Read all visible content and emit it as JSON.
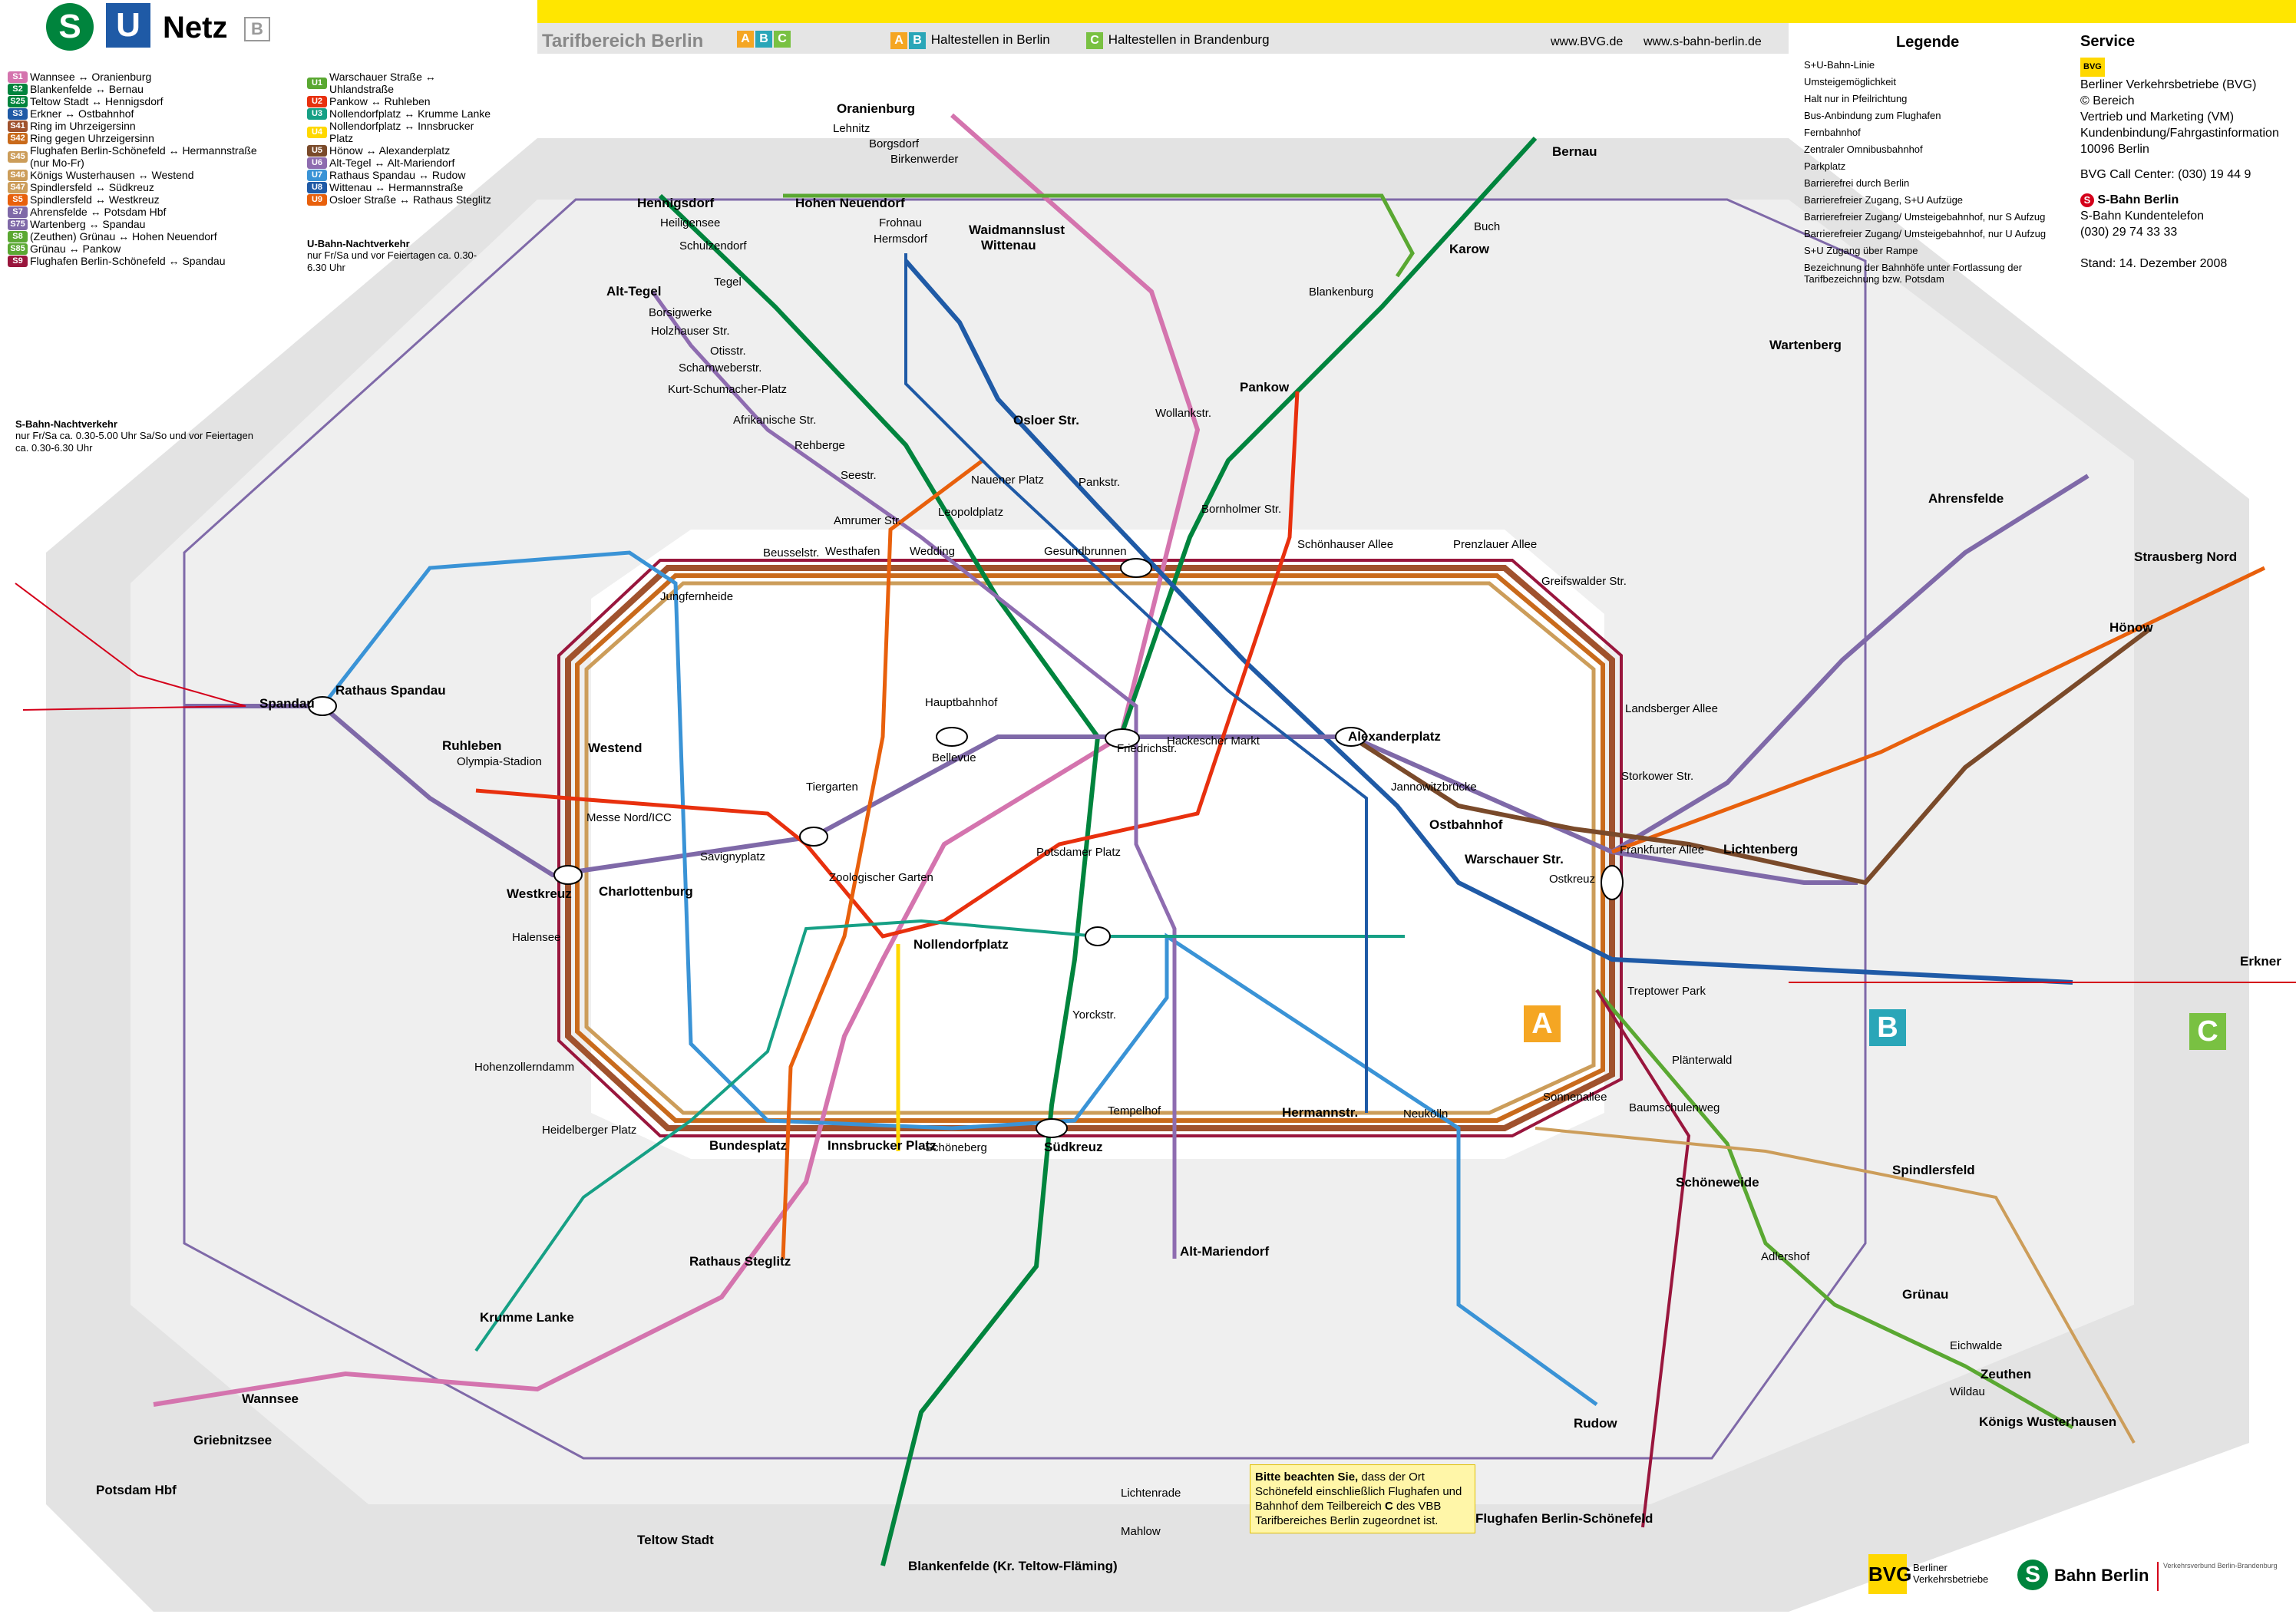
{
  "header": {
    "logo_s": "S",
    "logo_u": "U",
    "title": "Netz",
    "zone_badge": "B",
    "tarif": "Tarifbereich Berlin",
    "zones": [
      {
        "label": "A",
        "color": "#f5a623"
      },
      {
        "label": "B",
        "color": "#2aa6b8"
      },
      {
        "label": "C",
        "color": "#79c142"
      }
    ],
    "zones_ab": [
      {
        "label": "A",
        "color": "#f5a623"
      },
      {
        "label": "B",
        "color": "#2aa6b8"
      }
    ],
    "haltestellen_berlin": "Haltestellen in Berlin",
    "zone_c": "C",
    "haltestellen_brandenburg": "Haltestellen in Brandenburg",
    "url_bvg": "www.BVG.de",
    "url_sbahn": "www.s-bahn-berlin.de"
  },
  "legend": {
    "title": "Legende",
    "items": [
      "S+U-Bahn-Linie",
      "Umsteigemöglichkeit",
      "Halt nur in Pfeilrichtung",
      "Bus-Anbindung zum Flughafen",
      "Fernbahnhof",
      "Zentraler Omnibusbahnhof",
      "Parkplatz",
      "Barrierefrei durch Berlin",
      "Barrierefreier Zugang, S+U Aufzüge",
      "Barrierefreier Zugang/ Umsteigebahnhof, nur S Aufzug",
      "Barrierefreier Zugang/ Umsteigebahnhof, nur U Aufzug",
      "S+U Zugang über Rampe",
      "Bezeichnung der Bahnhöfe unter Fortlassung der Tarifbezeichnung bzw. Potsdam"
    ]
  },
  "service": {
    "title": "Service",
    "bvg_badge": "BVG",
    "bvg_lines": [
      "Berliner Verkehrsbetriebe (BVG)",
      "© Bereich",
      "Vertrieb und Marketing (VM)",
      "Kundenbindung/Fahrgastinformation",
      "10096 Berlin"
    ],
    "call_center": "BVG Call Center: (030) 19 44 9",
    "sbahn_title": "S-Bahn Berlin",
    "sbahn_lines": [
      "S-Bahn Kundentelefon",
      "(030) 29 74 33 33"
    ],
    "stand": "Stand: 14. Dezember 2008"
  },
  "s_lines_index": [
    {
      "line": "S1",
      "color": "#d474ae",
      "text": "Wannsee ↔ Oranienburg"
    },
    {
      "line": "S2",
      "color": "#00843d",
      "text": "Blankenfelde ↔ Bernau"
    },
    {
      "line": "S25",
      "color": "#00843d",
      "text": "Teltow Stadt ↔ Hennigsdorf"
    },
    {
      "line": "S3",
      "color": "#1f5aa6",
      "text": "Erkner ↔ Ostbahnhof"
    },
    {
      "line": "S41",
      "color": "#a0522d",
      "text": "Ring im Uhrzeigersinn"
    },
    {
      "line": "S42",
      "color": "#c96a1b",
      "text": "Ring gegen Uhrzeigersinn"
    },
    {
      "line": "S45",
      "color": "#cc9d5a",
      "text": "Flughafen Berlin-Schönefeld ↔ Hermannstraße (nur Mo-Fr)"
    },
    {
      "line": "S46",
      "color": "#cc9d5a",
      "text": "Königs Wusterhausen ↔ Westend"
    },
    {
      "line": "S47",
      "color": "#cc9d5a",
      "text": "Spindlersfeld ↔ Südkreuz"
    },
    {
      "line": "S5",
      "color": "#e8600c",
      "text": "Spindlersfeld ↔ Westkreuz"
    },
    {
      "line": "S7",
      "color": "#7f69a8",
      "text": "Ahrensfelde ↔ Potsdam Hbf"
    },
    {
      "line": "S75",
      "color": "#7f69a8",
      "text": "Wartenberg ↔ Spandau"
    },
    {
      "line": "S8",
      "color": "#5aa832",
      "text": "(Zeuthen) Grünau ↔ Hohen Neuendorf"
    },
    {
      "line": "S85",
      "color": "#5aa832",
      "text": "Grünau ↔ Pankow"
    },
    {
      "line": "S9",
      "color": "#99163d",
      "text": "Flughafen Berlin-Schönefeld ↔ Spandau"
    }
  ],
  "s_night": {
    "line": "S",
    "title": "S-Bahn-Nachtverkehr",
    "text": "nur Fr/Sa ca. 0.30-5.00 Uhr Sa/So und vor Feiertagen ca. 0.30-6.30 Uhr"
  },
  "u_lines_index": [
    {
      "line": "U1",
      "color": "#5aa832",
      "text": "Warschauer Straße ↔ Uhlandstraße"
    },
    {
      "line": "U2",
      "color": "#e8300e",
      "text": "Pankow ↔ Ruhleben"
    },
    {
      "line": "U3",
      "color": "#16a085",
      "text": "Nollendorfplatz ↔ Krumme Lanke"
    },
    {
      "line": "U4",
      "color": "#ffd800",
      "text": "Nollendorfplatz ↔ Innsbrucker Platz"
    },
    {
      "line": "U5",
      "color": "#7a4a2a",
      "text": "Hönow ↔ Alexanderplatz"
    },
    {
      "line": "U6",
      "color": "#8e6cb0",
      "text": "Alt-Tegel ↔ Alt-Mariendorf"
    },
    {
      "line": "U7",
      "color": "#3a93d6",
      "text": "Rathaus Spandau ↔ Rudow"
    },
    {
      "line": "U8",
      "color": "#1f5aa6",
      "text": "Wittenau ↔ Hermannstraße"
    },
    {
      "line": "U9",
      "color": "#e8600c",
      "text": "Osloer Straße ↔ Rathaus Steglitz"
    }
  ],
  "u_night": {
    "line": "U",
    "title": "U-Bahn-Nachtverkehr",
    "text": "nur Fr/Sa und vor Feiertagen ca. 0.30-6.30 Uhr"
  },
  "map": {
    "stations": [
      "Oranienburg",
      "Lehnitz",
      "Borgsdorf",
      "Birkenwerder",
      "Hohen Neuendorf",
      "Frohnau",
      "Hermsdorf",
      "Waidmannslust",
      "Wittenau",
      "Hennigsdorf",
      "Heiligensee",
      "Schulzendorf",
      "Tegel",
      "Alt-Tegel",
      "Borsigwerke",
      "Holzhauser Str.",
      "Otisstr.",
      "Scharnweberstr.",
      "Kurt-Schumacher-Platz",
      "Afrikanische Str.",
      "Rehberge",
      "Seestr.",
      "Amrumer Str.",
      "Leopoldplatz",
      "Nauener Platz",
      "Osloer Str.",
      "Pankstr.",
      "Wollankstr.",
      "Pankow",
      "Bornholmer Str.",
      "Schönhauser Allee",
      "Prenzlauer Allee",
      "Greifswalder Str.",
      "Landsberger Allee",
      "Storkower Str.",
      "Frankfurter Allee",
      "Ostkreuz",
      "Warschauer Str.",
      "Ostbahnhof",
      "Jannowitzbrücke",
      "Alexanderplatz",
      "Hackescher Markt",
      "Friedrichstr.",
      "Hauptbahnhof",
      "Bellevue",
      "Tiergarten",
      "Zoologischer Garten",
      "Savignyplatz",
      "Charlottenburg",
      "Westkreuz",
      "Westend",
      "Messe Nord/ICC",
      "Halensee",
      "Hohenzollerndamm",
      "Heidelberger Platz",
      "Bundesplatz",
      "Innsbrucker Platz",
      "Schöneberg",
      "Südkreuz",
      "Tempelhof",
      "Hermannstr.",
      "Neukölln",
      "Sonnenallee",
      "Treptower Park",
      "Plänterwald",
      "Baumschulenweg",
      "Schöneweide",
      "Adlershof",
      "Grünau",
      "Eichwalde",
      "Zeuthen",
      "Wildau",
      "Königs Wusterhausen",
      "Flughafen Berlin-Schönefeld",
      "Rudow",
      "Spandau",
      "Rathaus Spandau",
      "Ruhleben",
      "Olympia-Stadion",
      "Potsdamer Platz",
      "Nollendorfplatz",
      "Yorckstr.",
      "Gesundbrunnen",
      "Wedding",
      "Westhafen",
      "Beusselstr.",
      "Jungfernheide",
      "Wannsee",
      "Potsdam Hbf",
      "Griebnitzsee",
      "Teltow Stadt",
      "Lichtenrade",
      "Mahlow",
      "Blankenfelde (Kr. Teltow-Fläming)",
      "Bernau",
      "Karow",
      "Buch",
      "Blankenburg",
      "Ahrensfelde",
      "Wartenberg",
      "Hönow",
      "Strausberg Nord",
      "Erkner",
      "Spindlersfeld",
      "Lichtenberg",
      "Rathaus Steglitz",
      "Krumme Lanke",
      "Alt-Mariendorf"
    ]
  }
}
